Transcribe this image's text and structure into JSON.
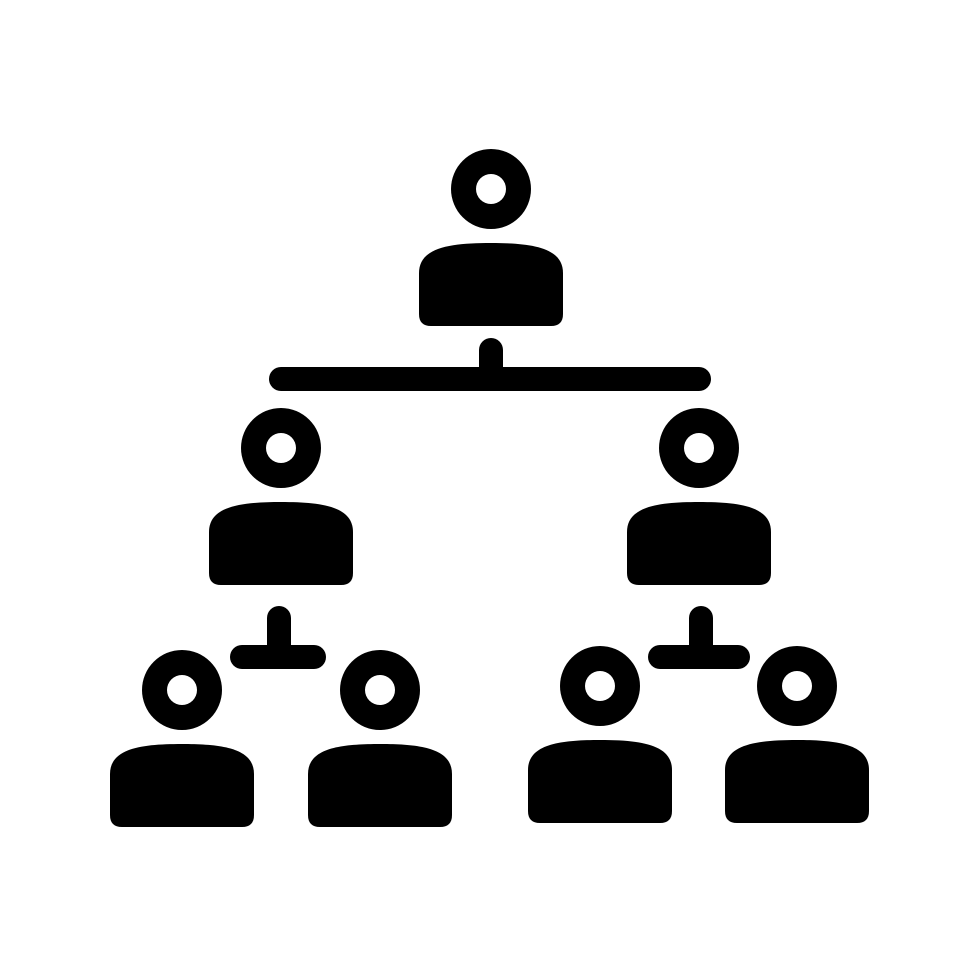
{
  "icon": {
    "name": "organization-hierarchy-icon",
    "fill_color": "#000000",
    "background_color": "#ffffff",
    "levels": [
      {
        "level": "top",
        "person_count": 1
      },
      {
        "level": "middle",
        "person_count": 2
      },
      {
        "level": "bottom",
        "person_count": 4
      }
    ]
  }
}
